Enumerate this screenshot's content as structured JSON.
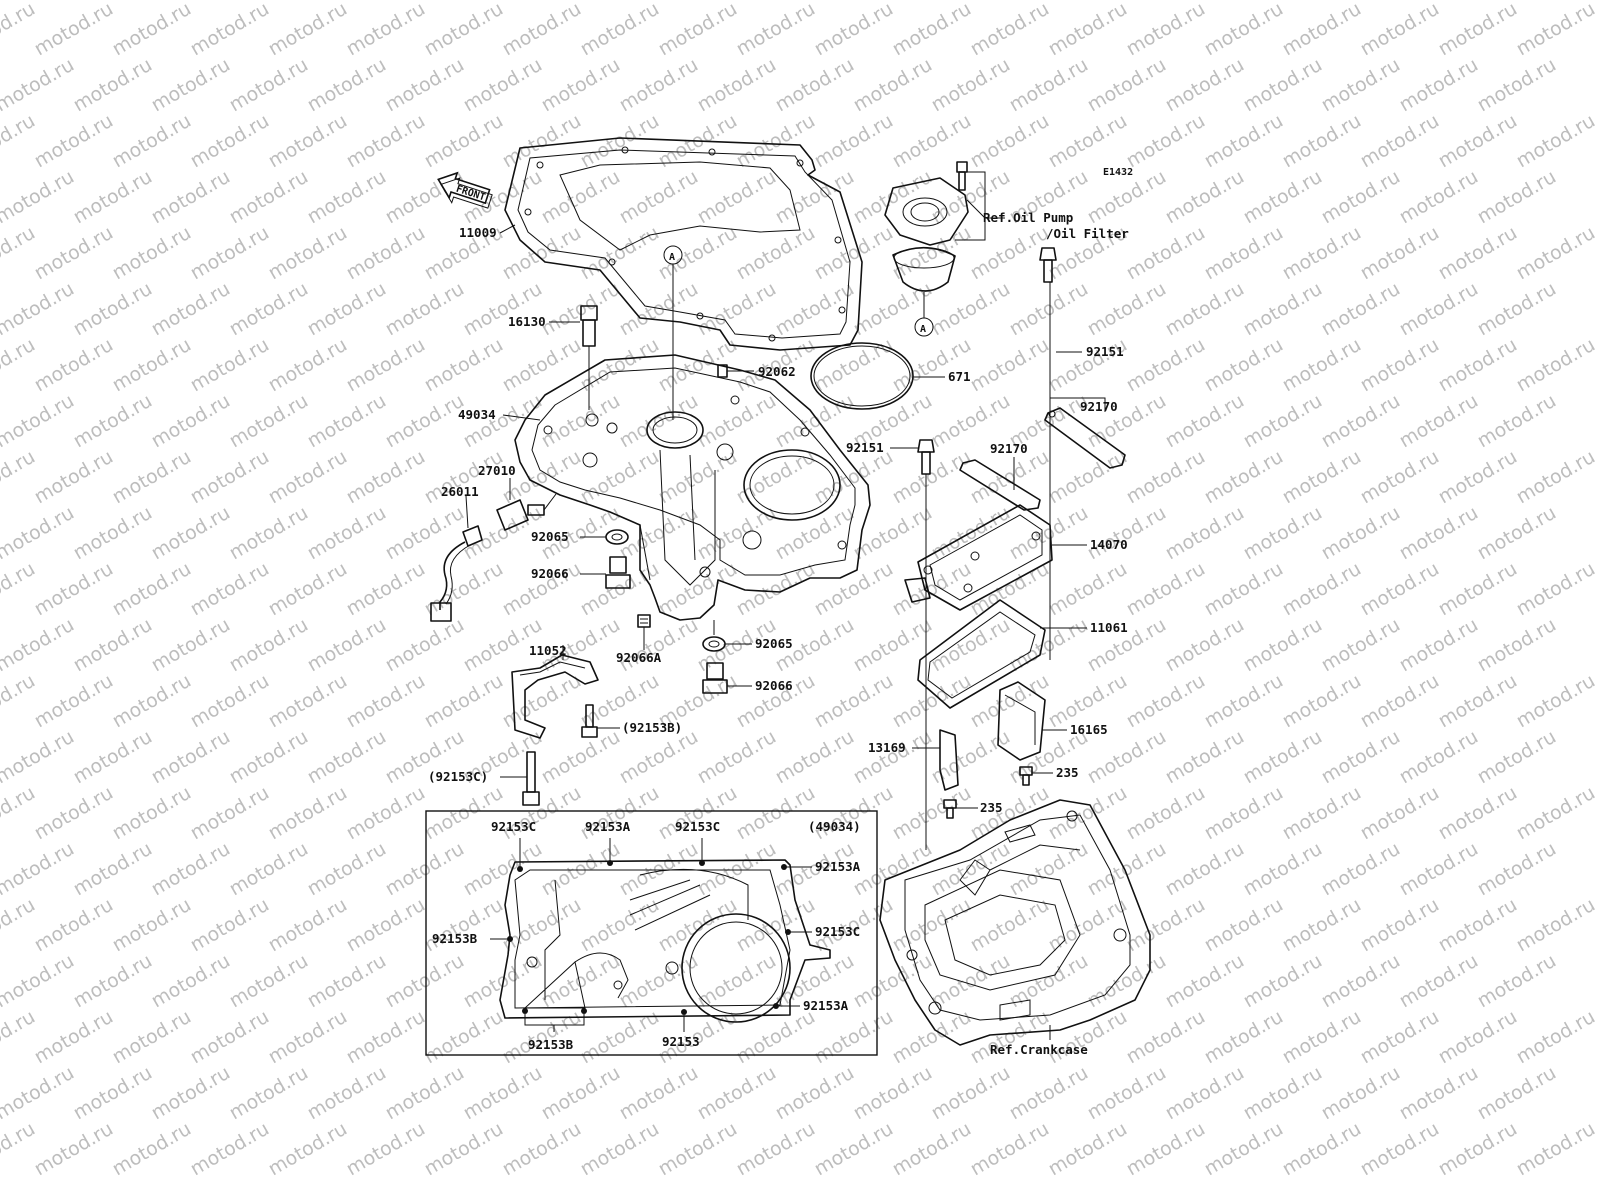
{
  "watermark": {
    "text": "motod.ru"
  },
  "diagram_code": "E1432",
  "front_arrow": {
    "label": "FRONT"
  },
  "refs": {
    "oil_pump_line1": "Ref.Oil Pump",
    "oil_pump_line2": "/Oil Filter",
    "crankcase": "Ref.Crankcase"
  },
  "markers": {
    "a": "A"
  },
  "labels": {
    "l11009": "11009",
    "l16130": "16130",
    "l49034": "49034",
    "l27010": "27010",
    "l26011": "26011",
    "l92065a": "92065",
    "l92066a": "92066",
    "l92066A": "92066A",
    "l92065b": "92065",
    "l92066b": "92066",
    "l92062": "92062",
    "l671": "671",
    "l92151a": "92151",
    "l92170a": "92170",
    "l92151b": "92151",
    "l92170b": "92170",
    "l14070": "14070",
    "l11061": "11061",
    "l16165": "16165",
    "l13169": "13169",
    "l235a": "235",
    "l235b": "235",
    "l11052": "11052",
    "l92153B_paren": "(92153B)",
    "l92153C_paren": "(92153C)"
  },
  "inset": {
    "title": "(49034)",
    "labels": {
      "c1": "92153C",
      "a1": "92153A",
      "c2": "92153C",
      "a2": "92153A",
      "b1": "92153B",
      "c3": "92153C",
      "a3": "92153A",
      "b2": "92153B",
      "p": "92153"
    }
  }
}
